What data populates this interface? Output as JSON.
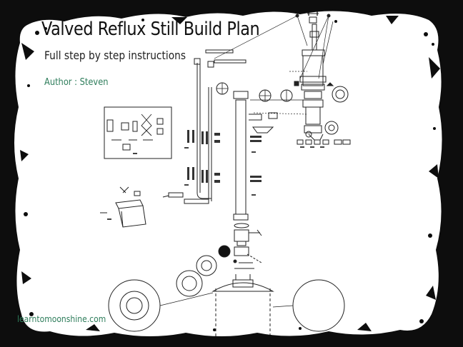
{
  "document": {
    "title": "Valved Reflux Still  Build Plan",
    "subtitle": "Full step by step instructions",
    "author": "Author : Steven",
    "website": "learntomoonshine.com"
  },
  "colors": {
    "accent_green": "#2e7d5b",
    "ink": "#111111",
    "grunge_border": "#0d0d0d"
  },
  "illustration": {
    "kind": "exploded-assembly-diagram"
  }
}
